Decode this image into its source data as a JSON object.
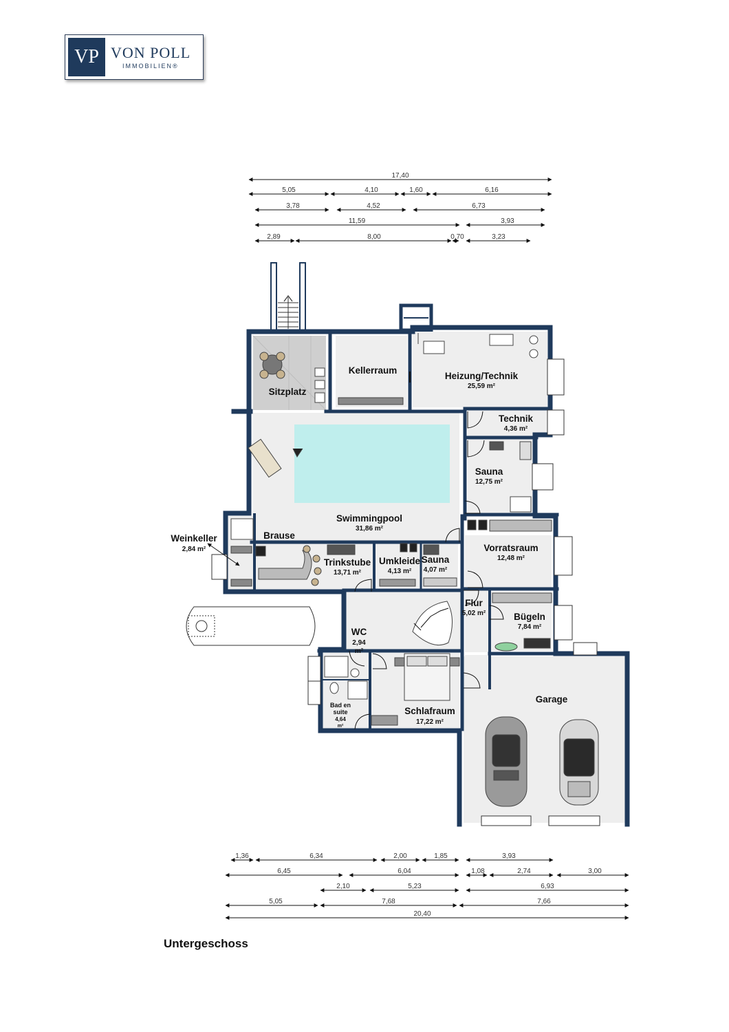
{
  "logo": {
    "mark": "VP",
    "line1": "VON POLL",
    "line2": "IMMOBILIEN®"
  },
  "floor_label": "Untergeschoss",
  "rooms": {
    "sitzplatz": {
      "name": "Sitzplatz"
    },
    "kellerraum": {
      "name": "Kellerraum"
    },
    "heizung": {
      "name": "Heizung/Technik",
      "area": "25,59 m²"
    },
    "technik": {
      "name": "Technik",
      "area": "4,36 m²"
    },
    "sauna_large": {
      "name": "Sauna",
      "area": "12,75 m²"
    },
    "swimmingpool": {
      "name": "Swimmingpool",
      "area": "31,86 m²"
    },
    "brause": {
      "name": "Brause"
    },
    "weinkeller": {
      "name": "Weinkeller",
      "area": "2,84 m²"
    },
    "trinkstube": {
      "name": "Trinkstube",
      "area": "13,71 m²"
    },
    "umkleide": {
      "name": "Umkleide",
      "area": "4,13 m²"
    },
    "sauna_small": {
      "name": "Sauna",
      "area": "4,07 m²"
    },
    "vorratsraum": {
      "name": "Vorratsraum",
      "area": "12,48 m²"
    },
    "flur": {
      "name": "Flur",
      "area": "5,02 m²"
    },
    "buegeln": {
      "name": "Bügeln",
      "area": "7,84 m²"
    },
    "wc": {
      "name": "WC",
      "area1": "2,94",
      "area2": "m²"
    },
    "bad": {
      "name1": "Bad en",
      "name2": "suite",
      "area1": "4,64",
      "area2": "m²"
    },
    "schlafraum": {
      "name": "Schlafraum",
      "area": "17,22 m²"
    },
    "garage": {
      "name": "Garage"
    }
  },
  "dims_top": {
    "r1": [
      "17,40"
    ],
    "r2": [
      "5,05",
      "4,10",
      "1,60",
      "6,16"
    ],
    "r3": [
      "3,78",
      "4,52",
      "6,73"
    ],
    "r4": [
      "11,59",
      "3,93"
    ],
    "r5": [
      "2,89",
      "8,00",
      "0,70",
      "3,23"
    ]
  },
  "dims_bottom": {
    "r1": [
      "1,36",
      "6,34",
      "2,00",
      "1,85",
      "3,93"
    ],
    "r2": [
      "6,45",
      "6,04",
      "1,08",
      "2,74",
      "3,00"
    ],
    "r3": [
      "2,10",
      "5,23",
      "6,93"
    ],
    "r4": [
      "5,05",
      "7,68",
      "7,66"
    ],
    "r5": [
      "20,40"
    ]
  },
  "colors": {
    "wall": "#1f3a5c",
    "floor": "#eeeeee",
    "pool": "#bfeeed",
    "terrace": "#cfcfcf"
  }
}
